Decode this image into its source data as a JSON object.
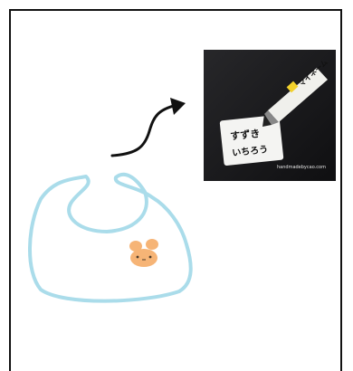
{
  "illustration": {
    "arrow_icon": "curved-arrow-icon",
    "bib_icon": "baby-bib-icon",
    "bunny_icon": "bunny-face-icon",
    "colors": {
      "frame": "#111111",
      "bib_outline": "#aadcea",
      "bunny": "#f6b476",
      "arrow": "#111111"
    }
  },
  "photo": {
    "pen_brand": "マイネーム",
    "tag_line1": "すずき",
    "tag_line2": "いちろう",
    "watermark": "handmadebycao.com"
  }
}
